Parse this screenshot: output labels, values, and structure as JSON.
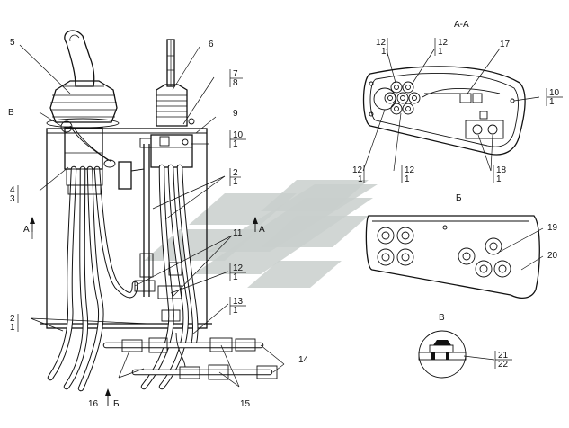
{
  "callouts": {
    "c1": "1",
    "c2": "2",
    "c3": "3",
    "c4": "4",
    "c5": "5",
    "c6": "6",
    "c7": "7",
    "c8": "8",
    "c9": "9",
    "c10": "10",
    "c11": "11",
    "c12": "12",
    "c13": "13",
    "c14": "14",
    "c15": "15",
    "c16": "16",
    "c17": "17",
    "c18": "18",
    "c19": "19",
    "c20": "20",
    "c21": "21",
    "c22": "22",
    "cB": "В"
  },
  "sections": {
    "aa_title": "А-А",
    "b_title": "Б",
    "v_title": "В",
    "section_a_marker": "А",
    "section_b_marker": "Б"
  }
}
